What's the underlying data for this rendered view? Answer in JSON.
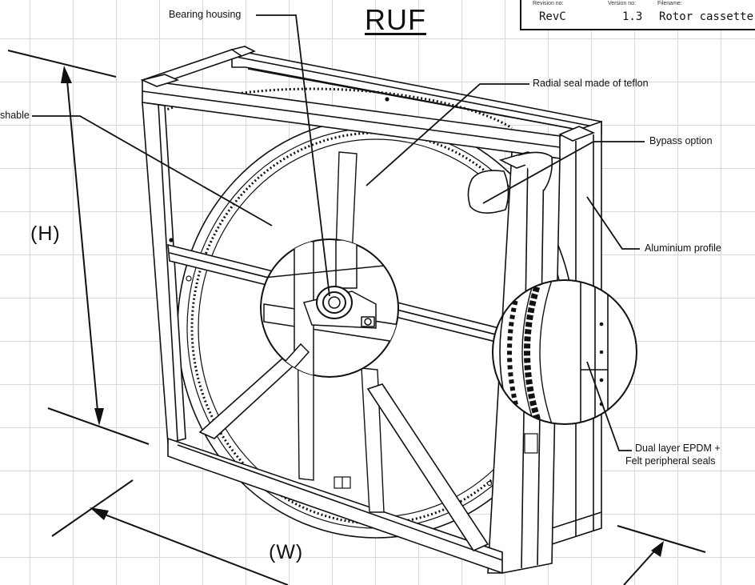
{
  "title": "RUF",
  "title_block": {
    "revision_label": "Revision no:",
    "revision_value": "RevC",
    "version_label": "Version no:",
    "version_value": "1.3",
    "filename_label": "Filename:",
    "filename_value": "Rotor cassette"
  },
  "callouts": {
    "bearing_housing": "Bearing housing",
    "washable": "shable",
    "radial_seal": "Radial seal made of teflon",
    "bypass_option": "Bypass option",
    "aluminium_profile": "Aluminium profile",
    "seals_line1": "Dual layer EPDM +",
    "seals_line2": "Felt peripheral seals"
  },
  "dimensions": {
    "height": "(H)",
    "width": "(W)"
  },
  "colors": {
    "line": "#111111",
    "grid": "#d9d9d9",
    "background": "#ffffff"
  }
}
